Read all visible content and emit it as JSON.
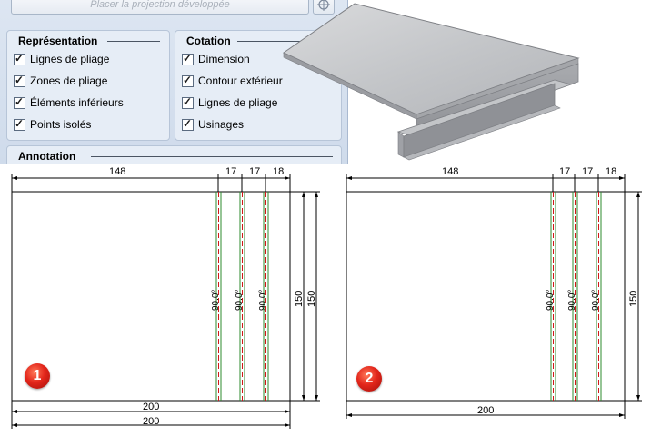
{
  "projection": {
    "button_label": "Placer la projection développée"
  },
  "representation": {
    "title": "Représentation",
    "items": [
      "Lignes de pliage",
      "Zones de pliage",
      "Éléments inférieurs",
      "Points isolés"
    ]
  },
  "cotation": {
    "title": "Cotation",
    "items": [
      "Dimension",
      "Contour extérieur",
      "Lignes de pliage",
      "Usinages"
    ]
  },
  "annotation": {
    "title": "Annotation"
  },
  "drawing1": {
    "badge": "1",
    "top_dims": [
      "148",
      "17",
      "17",
      "18"
    ],
    "bottom_dims": [
      "200",
      "200"
    ],
    "right_dims": [
      "150",
      "150"
    ],
    "bend_labels": [
      "90.0°",
      "90.0°",
      "90.0°"
    ]
  },
  "drawing2": {
    "badge": "2",
    "top_dims": [
      "148",
      "17",
      "17",
      "18"
    ],
    "bottom_dims": [
      "200"
    ],
    "right_dims": [
      "150"
    ],
    "bend_labels": [
      "90.0°",
      "90.0°",
      "90.0°"
    ]
  },
  "colors": {
    "bend_green": "#2e8b2e",
    "bend_red": "#d01818",
    "panel_bg": "#dde6f2"
  }
}
